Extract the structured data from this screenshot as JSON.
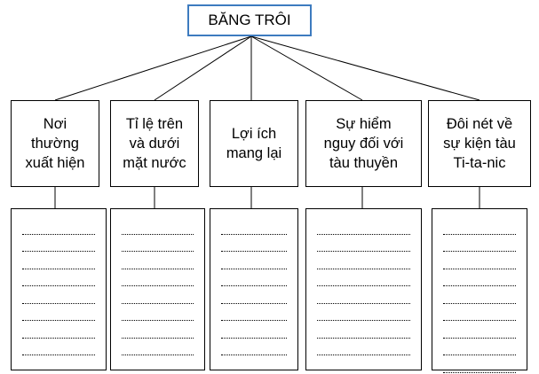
{
  "title": "BĂNG TRÔI",
  "columns": [
    {
      "heading_lines": [
        "Nơi",
        "thường",
        "xuất hiện"
      ],
      "dotted_lines": 8
    },
    {
      "heading_lines": [
        "Tỉ lệ trên",
        "và dưới",
        "mặt nước"
      ],
      "dotted_lines": 8
    },
    {
      "heading_lines": [
        "Lợi ích",
        "mang lại"
      ],
      "dotted_lines": 8
    },
    {
      "heading_lines": [
        "Sự hiểm",
        "nguy đối với",
        "tàu thuyền"
      ],
      "dotted_lines": 8
    },
    {
      "heading_lines": [
        "Đôi nét về",
        "sự kiện tàu",
        "Ti-ta-nic"
      ],
      "dotted_lines": 9
    }
  ],
  "colors": {
    "title_border": "#3d7bbf",
    "box_border": "#000000",
    "line": "#000000",
    "background": "#ffffff"
  }
}
